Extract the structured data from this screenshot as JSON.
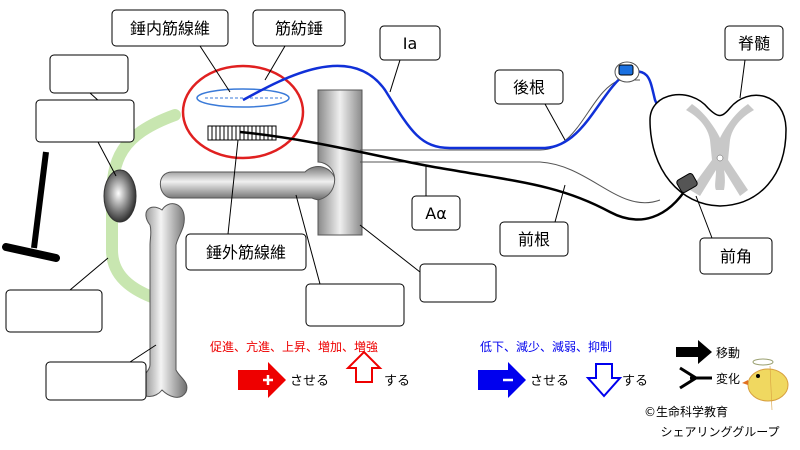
{
  "labels": {
    "intrafusal": "錘内筋線維",
    "spindle": "筋紡錘",
    "ia": "Ia",
    "dorsal_root": "後根",
    "spinal_cord": "脊髄",
    "alpha": "Aα",
    "ventral_root": "前根",
    "anterior_horn": "前角",
    "extrafusal": "錘外筋線維"
  },
  "legend": {
    "promote_text": "促進、亢進、上昇、増加、増強",
    "promote_cause": "させる",
    "promote_do": "する",
    "inhibit_text": "低下、減少、減弱、抑制",
    "inhibit_cause": "させる",
    "inhibit_do": "する",
    "move": "移動",
    "change": "変化"
  },
  "credit": {
    "line1": "©生命科学教育",
    "line2": "シェアリンググループ"
  },
  "colors": {
    "afferent": "#1030d8",
    "efferent": "#000000",
    "spindle_ring": "#e02020",
    "promote": "#ee0000",
    "inhibit": "#0000ee",
    "tendon_green": "#c8e6b0",
    "cord_gray": "#c8c8c8"
  }
}
